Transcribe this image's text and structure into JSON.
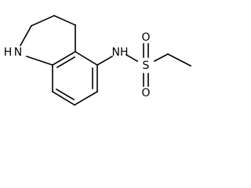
{
  "molecule": {
    "atom_labels": {
      "ring_nh": "H",
      "ring_n": "N",
      "amide_nh": "NH",
      "sulfur": "S",
      "oxygen_top": "O",
      "oxygen_bottom": "O"
    }
  }
}
